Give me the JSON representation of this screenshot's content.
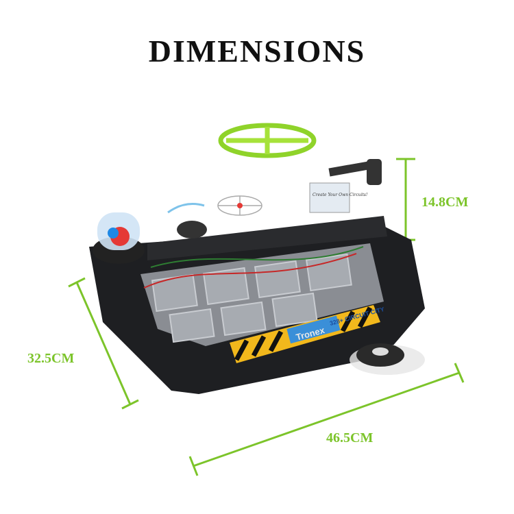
{
  "title": "DIMENSIONS",
  "dimensions": {
    "height": "14.8CM",
    "depth": "32.5CM",
    "width": "46.5CM"
  },
  "product": {
    "brand_logo": "Tronex",
    "banner": "328+ CIRCUIT CITY",
    "sign": "Create Your Own Circuits!"
  },
  "colors": {
    "dimension_line": "#7cc42a",
    "body": "#1e1f22",
    "stripe_yellow": "#f2b81c"
  }
}
